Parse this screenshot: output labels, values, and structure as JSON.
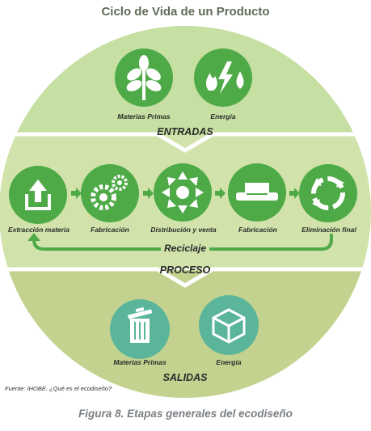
{
  "title": "Ciclo de Vida de un Producto",
  "entradas": {
    "label": "ENTRADAS",
    "items": [
      {
        "label": "Materias Primas",
        "icon": "plant-icon"
      },
      {
        "label": "Energía",
        "icon": "fire-lightning-drop-icon"
      }
    ]
  },
  "proceso": {
    "label": "PROCESO",
    "steps": [
      {
        "label": "Extracción materia",
        "icon": "upload-box-icon"
      },
      {
        "label": "Fabricación",
        "icon": "gears-icon"
      },
      {
        "label": "Distribución y venta",
        "icon": "arrows-outward-icon"
      },
      {
        "label": "Fabricación",
        "icon": "hands-package-icon"
      },
      {
        "label": "Eliminación final",
        "icon": "recycle-icon"
      }
    ],
    "loop_label": "Reciclaje"
  },
  "salidas": {
    "label": "SALIDAS",
    "items": [
      {
        "label": "Materias Primas",
        "icon": "trash-bin-icon"
      },
      {
        "label": "Energía",
        "icon": "box-icon"
      }
    ]
  },
  "source": "Fuente: IHOBE. ¿Qué es el ecodiseño?",
  "caption": "Figura 8. Etapas generales del ecodiseño",
  "colors": {
    "top_band": "#c6dfa2",
    "middle_band": "#d1e3ab",
    "bottom_band": "#c3d38f",
    "icon_green": "#4eaa47",
    "icon_teal": "#5bb59a",
    "arrow_green": "#4eaa47"
  }
}
